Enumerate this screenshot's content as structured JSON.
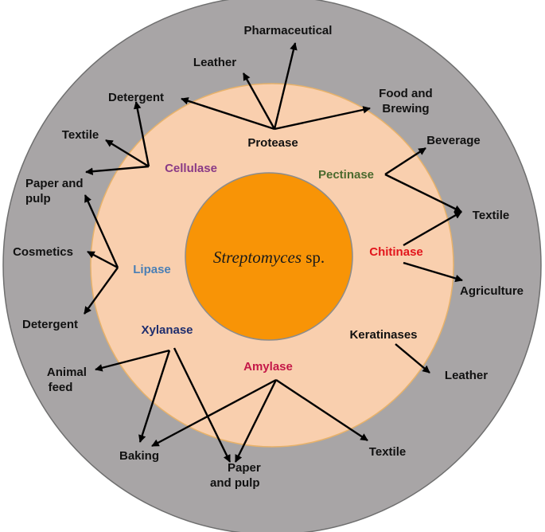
{
  "center": {
    "organism": "Streptomyces",
    "suffix": " sp."
  },
  "colors": {
    "outer_ring": "#a8a5a6",
    "inner_ring": "#f9cfae",
    "inner_ring_border": "#e8b26a",
    "core": "#f89406",
    "core_border": "#8c8c8c"
  },
  "enzymes": {
    "protease": {
      "label": "Protease",
      "color": "#111111"
    },
    "cellulase": {
      "label": "Cellulase",
      "color": "#8a3a86"
    },
    "pectinase": {
      "label": "Pectinase",
      "color": "#4b6a2e"
    },
    "chitinase": {
      "label": "Chitinase",
      "color": "#e2151c"
    },
    "lipase": {
      "label": "Lipase",
      "color": "#4a7fb5"
    },
    "xylanase": {
      "label": "Xylanase",
      "color": "#1f2e6e"
    },
    "amylase": {
      "label": "Amylase",
      "color": "#c41848"
    },
    "keratinases": {
      "label": "Keratinases",
      "color": "#111111"
    }
  },
  "applications": {
    "pharmaceutical": "Pharmaceutical",
    "leather_top": "Leather",
    "food_brewing": [
      "Food and",
      "Brewing"
    ],
    "detergent_top": "Detergent",
    "textile_left": "Textile",
    "paper_pulp_left": [
      "Paper and",
      "pulp"
    ],
    "beverage": "Beverage",
    "textile_right": "Textile",
    "cosmetics": "Cosmetics",
    "agriculture": "Agriculture",
    "detergent_left": "Detergent",
    "leather_right": "Leather",
    "animal_feed": [
      "Animal",
      "feed"
    ],
    "baking": "Baking",
    "paper_pulp_bottom": [
      "Paper",
      "and pulp"
    ],
    "textile_bottom": "Textile"
  }
}
